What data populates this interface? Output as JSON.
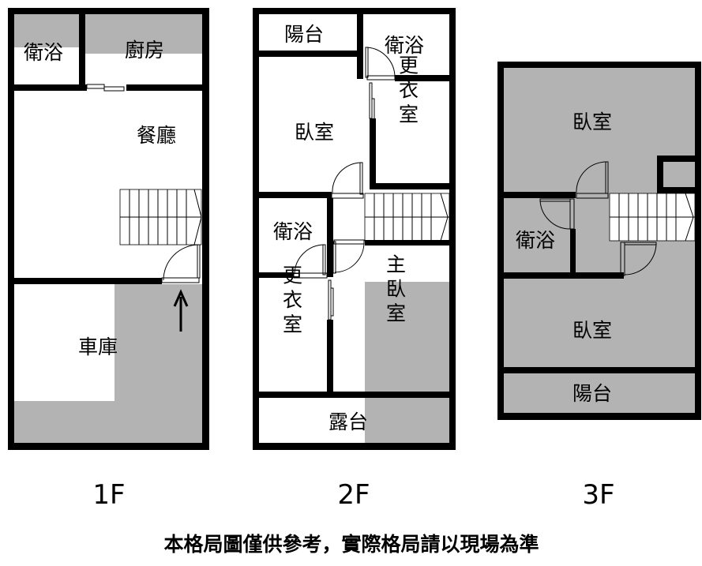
{
  "floors": {
    "f1": {
      "label": "1F",
      "rooms": {
        "bath": "衛浴",
        "kitchen": "廚房",
        "dining": "餐廳",
        "garage": "車庫"
      }
    },
    "f2": {
      "label": "2F",
      "rooms": {
        "balcony": "陽台",
        "bath_top": "衛浴",
        "bedroom": "臥室",
        "closet_top": "更衣室",
        "bath": "衛浴",
        "closet": "更衣室",
        "master": "主臥室",
        "terrace": "露台"
      }
    },
    "f3": {
      "label": "3F",
      "rooms": {
        "bedroom_top": "臥室",
        "bath": "衛浴",
        "bedroom_bottom": "臥室",
        "balcony": "陽台"
      }
    }
  },
  "note": "本格局圖僅供參考，實際格局請以現場為準",
  "colors": {
    "wall": "#000000",
    "shaded": "#b3b3b3"
  }
}
